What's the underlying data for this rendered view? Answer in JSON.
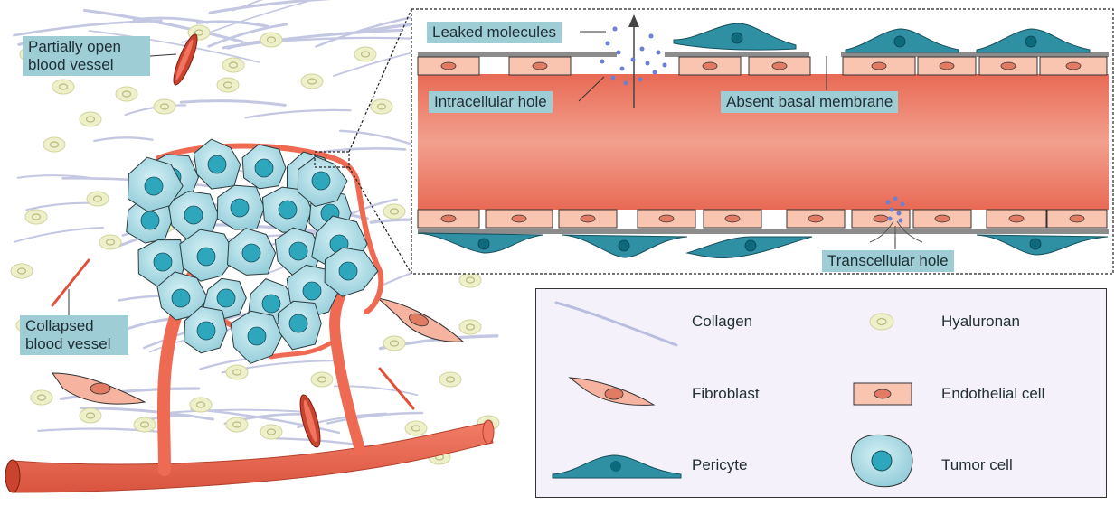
{
  "labels": {
    "partially_open_vessel": [
      "Partially open",
      "blood vessel"
    ],
    "collapsed_vessel": [
      "Collapsed",
      "blood vessel"
    ],
    "leaked_molecules": "Leaked molecules",
    "intracellular_hole": "Intracellular hole",
    "absent_basal_membrane": "Absent basal membrane",
    "transcellular_hole": "Transcellular hole"
  },
  "legend": {
    "collagen": "Collagen",
    "hyaluronan": "Hyaluronan",
    "fibroblast": "Fibroblast",
    "endothelial_cell": "Endothelial cell",
    "pericyte": "Pericyte",
    "tumor_cell": "Tumor cell"
  },
  "colors": {
    "vessel": "#f07460",
    "vessel_dark": "#c9432f",
    "endothelial": "#f9c4b0",
    "pericyte": "#2f8fa3",
    "tumor_cell": "#a9dbe6",
    "tumor_nucleus": "#2ea6bb",
    "collagen": "#b9bede",
    "hyaluronan": "#e6e8bd",
    "callout": "#9fcdd5"
  }
}
